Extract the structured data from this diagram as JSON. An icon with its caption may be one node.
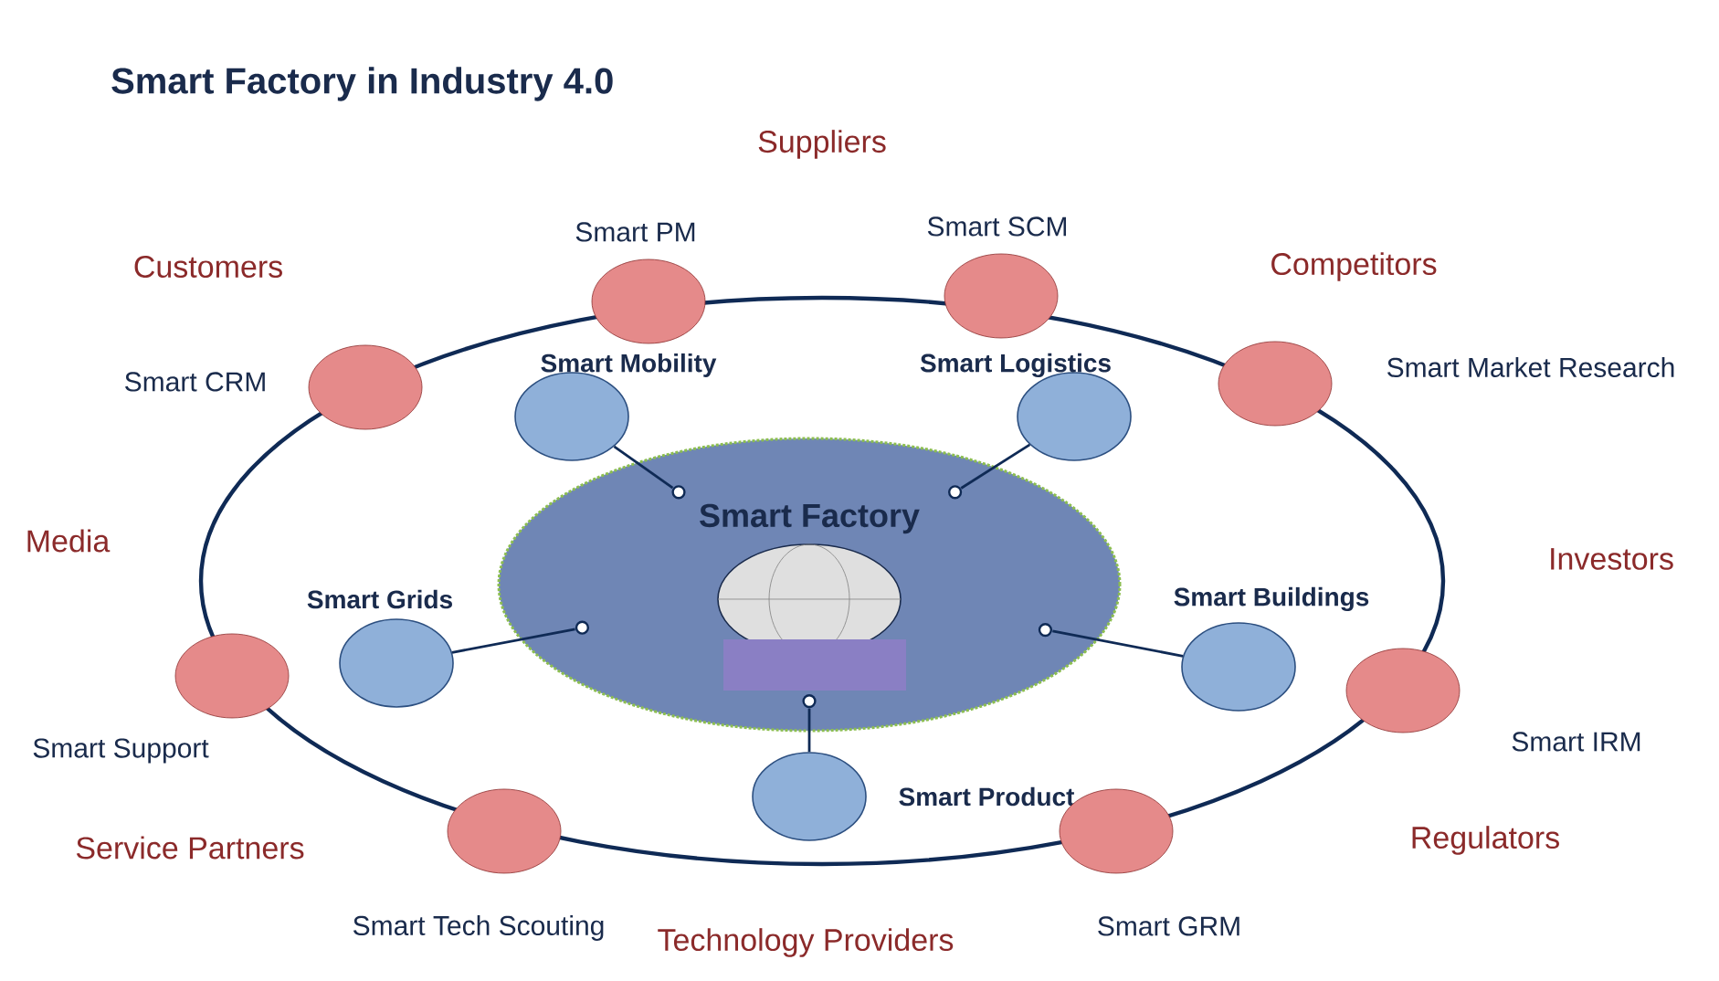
{
  "diagram": {
    "title": "Smart Factory in Industry 4.0",
    "nodes": [
      {
        "text": [
          "Smart PM"
        ]
      },
      {
        "text": [
          "Smart SCM"
        ]
      },
      {
        "text": [
          "Smart CRM"
        ]
      },
      {
        "text": [
          "Smart Mobility"
        ]
      },
      {
        "text": [
          "Smart Logistics"
        ]
      },
      {
        "text": [
          "Smart Market Research"
        ]
      },
      {
        "text": [
          "Smart Factory"
        ]
      },
      {
        "text": [
          "Smart Grids"
        ]
      },
      {
        "text": [
          "Smart Buildings"
        ]
      },
      {
        "text": [
          "Smart Support"
        ]
      },
      {
        "text": [
          "Smart IRM"
        ]
      },
      {
        "text": [
          "Smart Product"
        ]
      },
      {
        "text": [
          "Smart Tech Scouting"
        ]
      },
      {
        "text": [
          "Smart GRM"
        ]
      }
    ],
    "edges": [
      {
        "from": 6,
        "to": 3,
        "arrow": "none"
      },
      {
        "from": 6,
        "to": 4,
        "arrow": "none"
      },
      {
        "from": 6,
        "to": 7,
        "arrow": "none"
      },
      {
        "from": 6,
        "to": 8,
        "arrow": "none"
      },
      {
        "from": 6,
        "to": 11,
        "arrow": "none"
      }
    ],
    "labels": [
      "Suppliers",
      "Customers",
      "Competitors",
      "Media",
      "Investors",
      "Service Partners",
      "Regulators",
      "Technology Providers"
    ]
  }
}
